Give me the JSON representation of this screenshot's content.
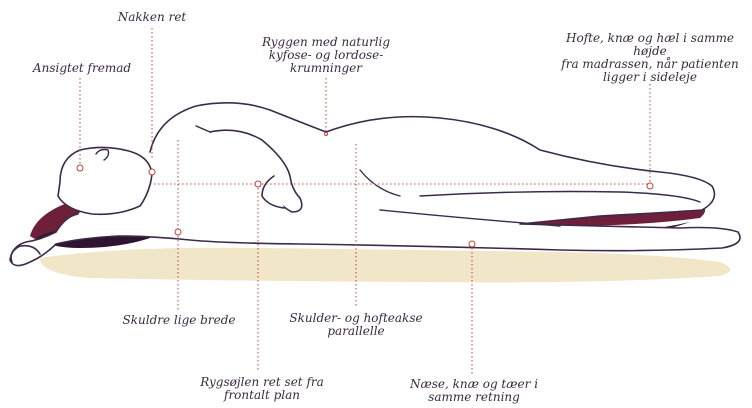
{
  "colors": {
    "outline": "#3d2a4a",
    "guide": "#b8453a",
    "pillow": "#6e1f3a",
    "pillow_shadow": "#2e1430",
    "mattress": "#f1e6c8",
    "body_fill": "#ffffff"
  },
  "labels": {
    "nakken": "Nakken ret",
    "ansigtet": "Ansigtet fremad",
    "ryggen": "Ryggen med naturlig\nkyfose- og lordose-\nkrumninger",
    "hofte": "Hofte, knæ og hæl i samme højde\nfra madrassen, når patienten\nligger i sideleje",
    "skuldre": "Skuldre lige brede",
    "skulder_hofte": "Skulder- og hofteakse\nparallelle",
    "rygsoejlen": "Rygsøjlen ret set fra\nfrontalt plan",
    "naese": "Næse, knæ og tæer i\nsamme retning"
  }
}
